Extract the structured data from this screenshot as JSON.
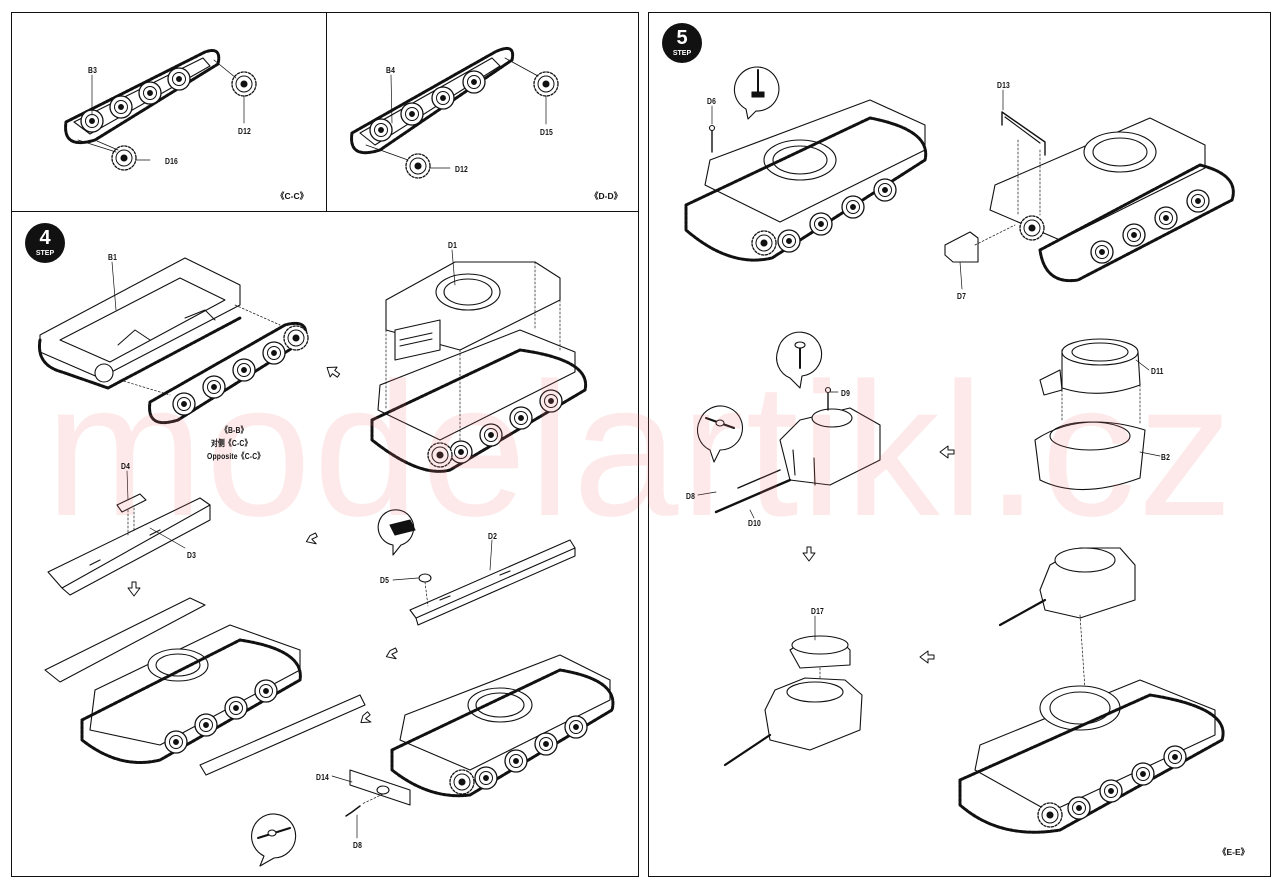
{
  "watermark": "modelartikl.cz",
  "steps": [
    {
      "number": "4",
      "caption": "STEP"
    },
    {
      "number": "5",
      "caption": "STEP"
    }
  ],
  "sections": {
    "c_c": "《C-C》",
    "d_d": "《D-D》",
    "e_e": "《E-E》"
  },
  "parts": {
    "b3": "B3",
    "d12a": "D12",
    "d16": "D16",
    "b4": "B4",
    "d15": "D15",
    "d12b": "D12",
    "b1": "B1",
    "d1": "D1",
    "d4": "D4",
    "d3": "D3",
    "d2": "D2",
    "d5": "D5",
    "d14": "D14",
    "d8a": "D8",
    "d6": "D6",
    "d13": "D13",
    "d7": "D7",
    "d9": "D9",
    "d8b": "D8",
    "d10": "D10",
    "d11": "D11",
    "b2": "B2",
    "d17": "D17"
  },
  "notes": {
    "bb": "《B-B》",
    "opposite_cn": "对侧《C-C》",
    "opposite_en": "Opposite《C-C》"
  }
}
